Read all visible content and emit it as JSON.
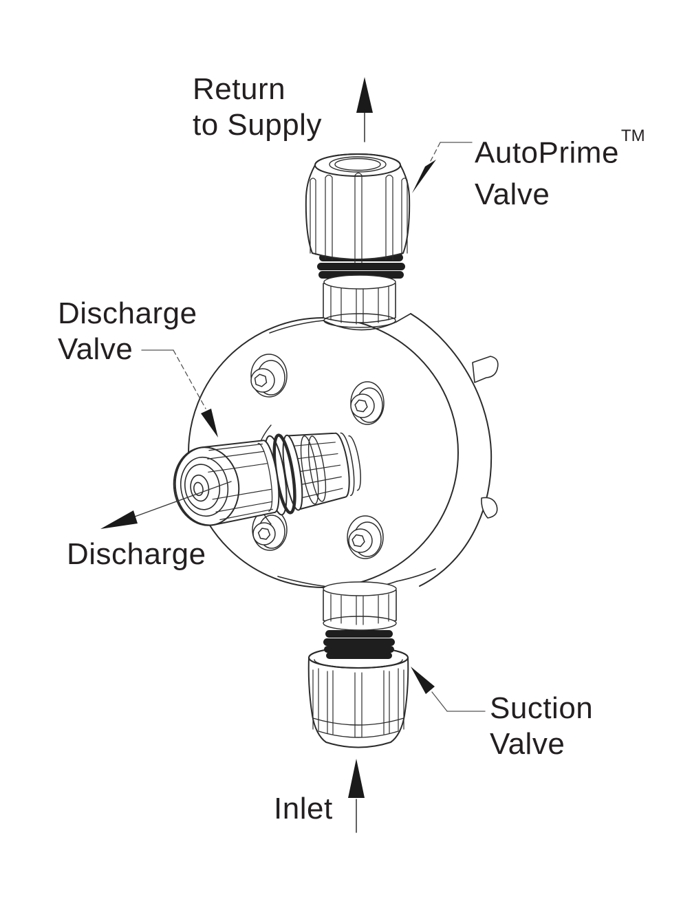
{
  "diagram": {
    "labels": {
      "return_to_supply": {
        "line1": "Return",
        "line2": "to Supply"
      },
      "autoprime_valve": {
        "line1": "AutoPrime",
        "trademark": "TM",
        "line2": "Valve"
      },
      "discharge_valve": {
        "line1": "Discharge",
        "line2": "Valve"
      },
      "discharge_flow": {
        "text": "Discharge"
      },
      "suction_valve": {
        "line1": "Suction",
        "line2": "Valve"
      },
      "inlet_flow": {
        "text": "Inlet"
      }
    },
    "colors": {
      "line": "#2b2b2b",
      "thread_fill": "#1e1e1e",
      "arrow_fill": "#1a1a1a",
      "text": "#231f20",
      "background": "#ffffff"
    }
  }
}
